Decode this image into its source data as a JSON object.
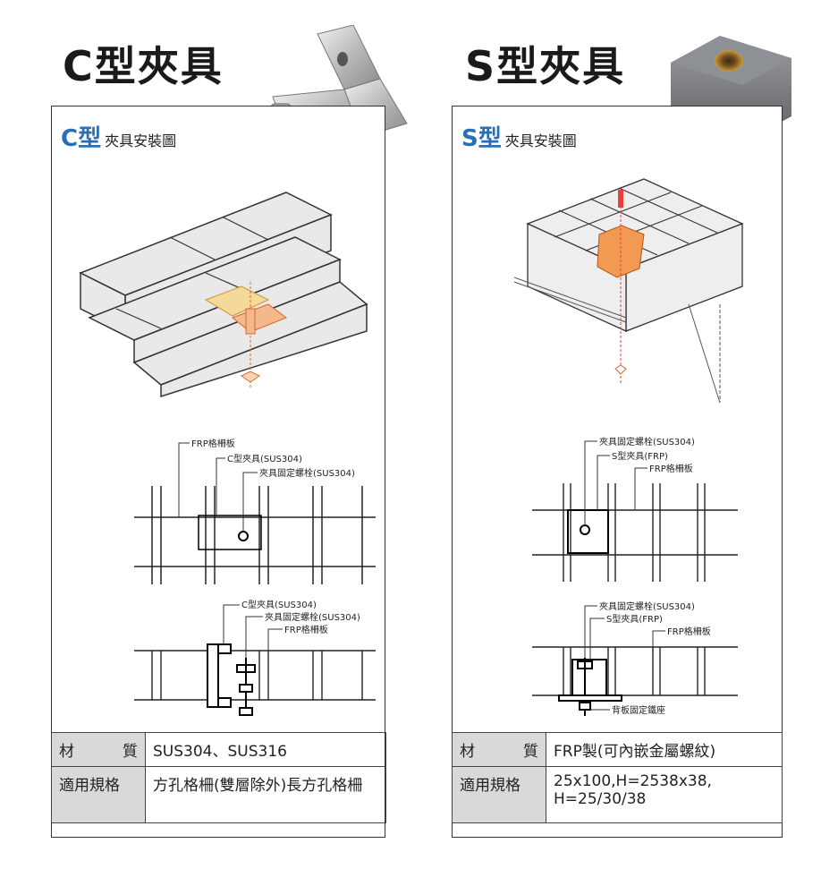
{
  "left": {
    "title": "C型夾具",
    "diagram_kind": "C型",
    "diagram_title": "夾具安裝圖",
    "plan_labels": [
      "FRP格柵板",
      "C型夾具(SUS304)",
      "夾具固定螺栓(SUS304)"
    ],
    "section_labels": [
      "C型夾具(SUS304)",
      "夾具固定螺栓(SUS304)",
      "FRP格柵板"
    ],
    "spec": {
      "material_label": "材　質",
      "material_value": "SUS304、SUS316",
      "usage_label": "適用規格",
      "usage_value": "方孔格柵(雙層除外)長方孔格柵"
    }
  },
  "right": {
    "title": "S型夾具",
    "diagram_kind": "S型",
    "diagram_title": "夾具安裝圖",
    "plan_labels": [
      "夾具固定螺栓(SUS304)",
      "S型夾具(FRP)",
      "FRP格柵板"
    ],
    "section_labels": [
      "夾具固定螺栓(SUS304)",
      "S型夾具(FRP)",
      "FRP格柵板",
      "背板固定鐵座"
    ],
    "spec": {
      "material_label": "材　質",
      "material_value": "FRP製(可內嵌金屬螺紋)",
      "usage_label": "適用規格",
      "usage_value_line1": "25x100,H=2538x38,",
      "usage_value_line2": "H=25/30/38"
    }
  },
  "colors": {
    "accent": "#2a6fb5",
    "clip": "#e8822e",
    "grating": "#e6e6e6"
  }
}
